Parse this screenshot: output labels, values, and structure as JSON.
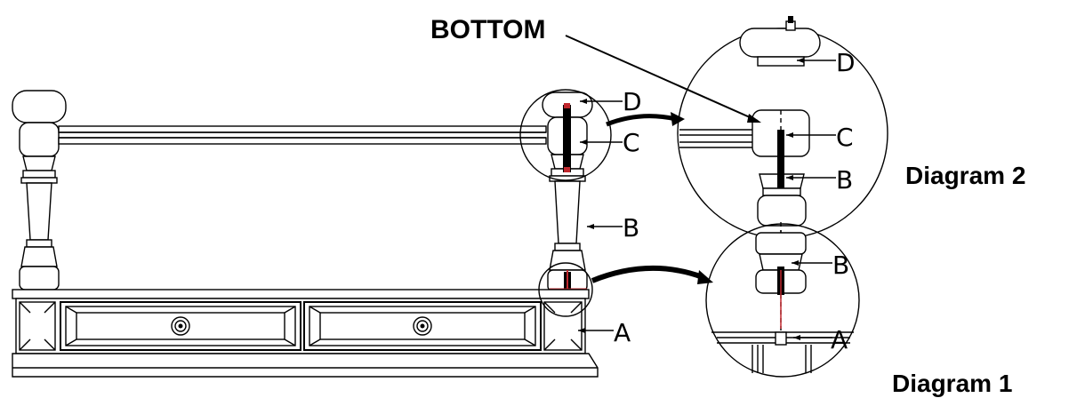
{
  "labels": {
    "bottom": "BOTTOM",
    "diagram_2": "Diagram 2",
    "diagram_1": "Diagram 1"
  },
  "callouts": {
    "main_d": "D",
    "main_c": "C",
    "main_b": "B",
    "main_a": "A",
    "d2_d": "D",
    "d2_c": "C",
    "d2_b": "B",
    "d1_b": "B",
    "d1_a": "A"
  },
  "colors": {
    "line": "#000000",
    "bolt_red": "#c0272d"
  }
}
